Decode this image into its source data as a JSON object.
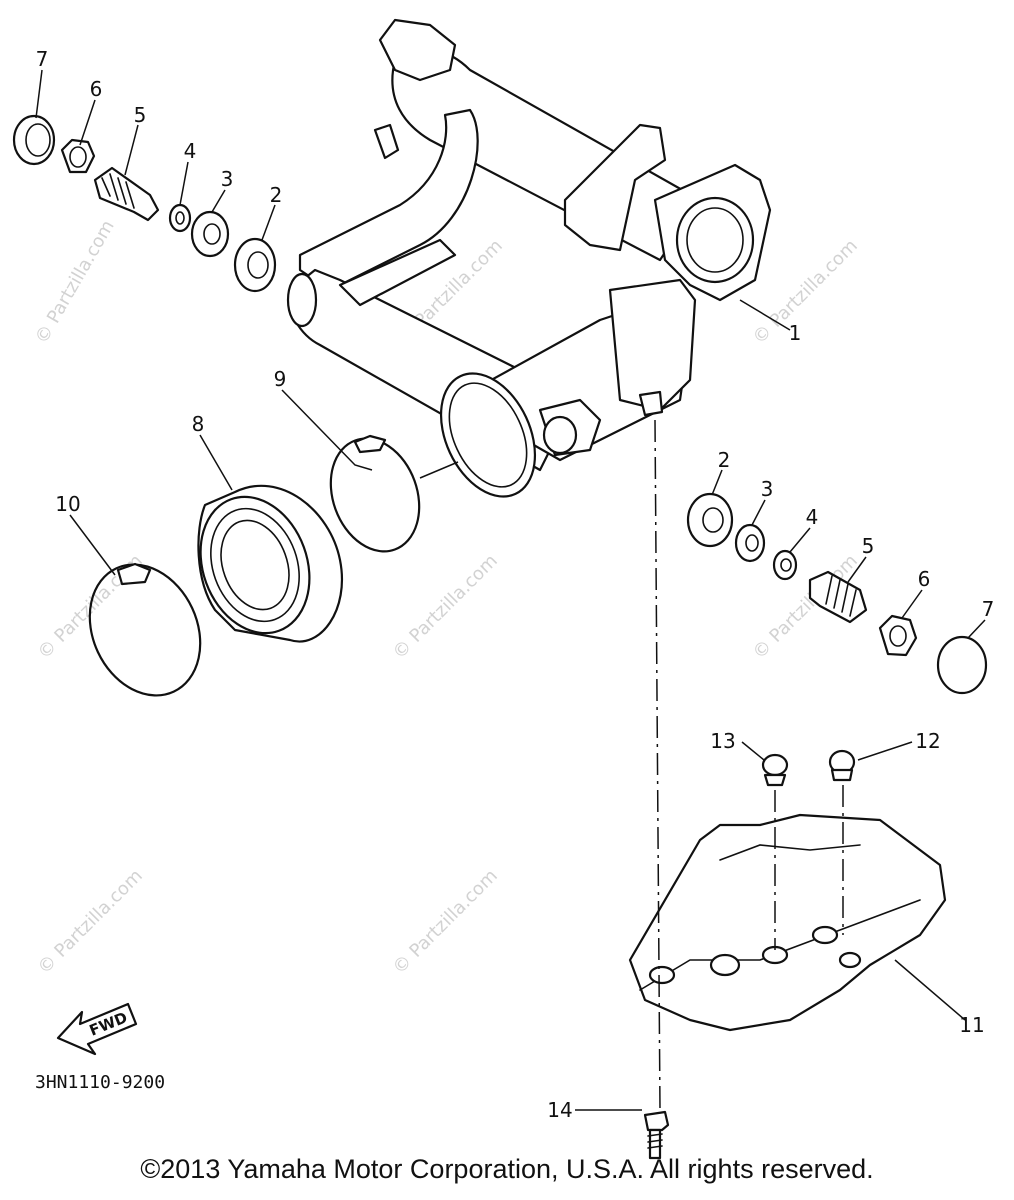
{
  "diagram_code": "3HN1110-9200",
  "direction_label": "FWD",
  "watermark": "© Partzilla.com",
  "copyright": "©2013 Yamaha Motor Corporation, U.S.A. All rights reserved.",
  "callouts": {
    "c1": "1",
    "c2a": "2",
    "c2b": "2",
    "c3a": "3",
    "c3b": "3",
    "c4a": "4",
    "c4b": "4",
    "c5a": "5",
    "c5b": "5",
    "c6a": "6",
    "c6b": "6",
    "c7a": "7",
    "c7b": "7",
    "c8": "8",
    "c9": "9",
    "c10": "10",
    "c11": "11",
    "c12": "12",
    "c13": "13",
    "c14": "14"
  }
}
